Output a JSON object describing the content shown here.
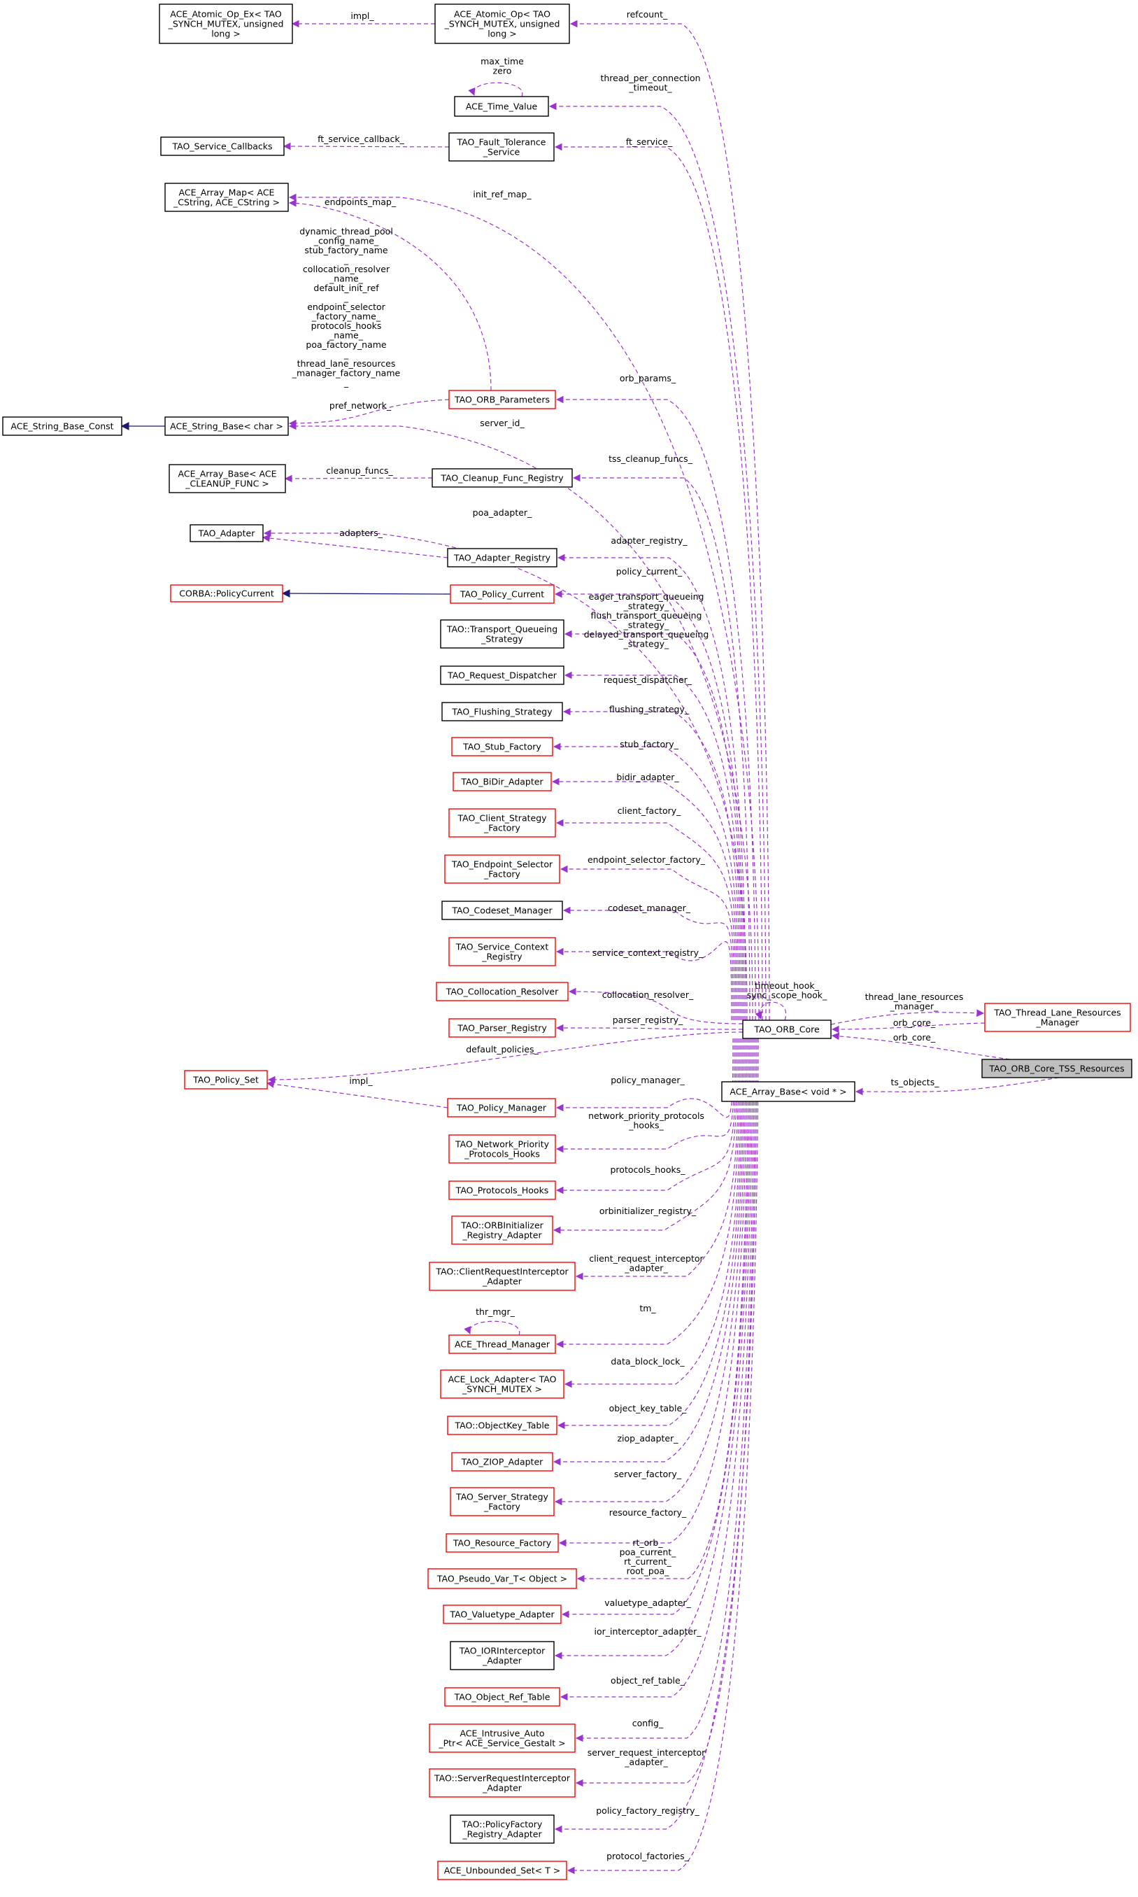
{
  "colors": {
    "black_border": "#000000",
    "red_border": "#ff0000",
    "selected_fill": "#bfbfbf",
    "usage_edge": "#9a32cd",
    "inheritance_edge": "#191970"
  },
  "nodes": {
    "atomic_op_ex": {
      "lines": [
        "ACE_Atomic_Op_Ex< TAO",
        "_SYNCH_MUTEX, unsigned",
        "long >"
      ],
      "border": "black"
    },
    "atomic_op": {
      "lines": [
        "ACE_Atomic_Op< TAO",
        "_SYNCH_MUTEX, unsigned",
        "long >"
      ],
      "border": "black"
    },
    "time_value": {
      "lines": [
        "ACE_Time_Value"
      ],
      "border": "black"
    },
    "service_callbacks": {
      "lines": [
        "TAO_Service_Callbacks"
      ],
      "border": "black"
    },
    "fault_tolerance": {
      "lines": [
        "TAO_Fault_Tolerance",
        "_Service"
      ],
      "border": "black"
    },
    "array_map": {
      "lines": [
        "ACE_Array_Map< ACE",
        "_CString, ACE_CString >"
      ],
      "border": "black"
    },
    "string_base_const": {
      "lines": [
        "ACE_String_Base_Const"
      ],
      "border": "black"
    },
    "string_base": {
      "lines": [
        "ACE_String_Base< char >"
      ],
      "border": "black"
    },
    "orb_parameters": {
      "lines": [
        "TAO_ORB_Parameters"
      ],
      "border": "red"
    },
    "array_base_cleanup": {
      "lines": [
        "ACE_Array_Base< ACE",
        "_CLEANUP_FUNC >"
      ],
      "border": "black"
    },
    "cleanup_func_registry": {
      "lines": [
        "TAO_Cleanup_Func_Registry"
      ],
      "border": "black"
    },
    "adapter": {
      "lines": [
        "TAO_Adapter"
      ],
      "border": "black"
    },
    "adapter_registry": {
      "lines": [
        "TAO_Adapter_Registry"
      ],
      "border": "black"
    },
    "corba_policy_current": {
      "lines": [
        "CORBA::PolicyCurrent"
      ],
      "border": "red"
    },
    "policy_current": {
      "lines": [
        "TAO_Policy_Current"
      ],
      "border": "red"
    },
    "transport_queueing": {
      "lines": [
        "TAO::Transport_Queueing",
        "_Strategy"
      ],
      "border": "black"
    },
    "request_dispatcher": {
      "lines": [
        "TAO_Request_Dispatcher"
      ],
      "border": "black"
    },
    "flushing_strategy": {
      "lines": [
        "TAO_Flushing_Strategy"
      ],
      "border": "black"
    },
    "stub_factory": {
      "lines": [
        "TAO_Stub_Factory"
      ],
      "border": "red"
    },
    "bidir_adapter": {
      "lines": [
        "TAO_BiDir_Adapter"
      ],
      "border": "red"
    },
    "client_strategy_factory": {
      "lines": [
        "TAO_Client_Strategy",
        "_Factory"
      ],
      "border": "red"
    },
    "endpoint_selector_factory": {
      "lines": [
        "TAO_Endpoint_Selector",
        "_Factory"
      ],
      "border": "red"
    },
    "codeset_manager": {
      "lines": [
        "TAO_Codeset_Manager"
      ],
      "border": "black"
    },
    "service_context_registry": {
      "lines": [
        "TAO_Service_Context",
        "_Registry"
      ],
      "border": "red"
    },
    "collocation_resolver": {
      "lines": [
        "TAO_Collocation_Resolver"
      ],
      "border": "red"
    },
    "parser_registry": {
      "lines": [
        "TAO_Parser_Registry"
      ],
      "border": "red"
    },
    "orb_core": {
      "lines": [
        "TAO_ORB_Core"
      ],
      "border": "black"
    },
    "thread_lane_resources_manager": {
      "lines": [
        "TAO_Thread_Lane_Resources",
        "_Manager"
      ],
      "border": "red"
    },
    "tss_resources": {
      "lines": [
        "TAO_ORB_Core_TSS_Resources"
      ],
      "border": "black"
    },
    "array_base_void": {
      "lines": [
        "ACE_Array_Base< void * >"
      ],
      "border": "black"
    },
    "policy_set": {
      "lines": [
        "TAO_Policy_Set"
      ],
      "border": "red"
    },
    "policy_manager": {
      "lines": [
        "TAO_Policy_Manager"
      ],
      "border": "red"
    },
    "network_priority_hooks": {
      "lines": [
        "TAO_Network_Priority",
        "_Protocols_Hooks"
      ],
      "border": "red"
    },
    "protocols_hooks": {
      "lines": [
        "TAO_Protocols_Hooks"
      ],
      "border": "red"
    },
    "orbinitializer_registry_adapter": {
      "lines": [
        "TAO::ORBInitializer",
        "_Registry_Adapter"
      ],
      "border": "red"
    },
    "client_request_interceptor_adapter": {
      "lines": [
        "TAO::ClientRequestInterceptor",
        "_Adapter"
      ],
      "border": "red"
    },
    "thread_manager": {
      "lines": [
        "ACE_Thread_Manager"
      ],
      "border": "red"
    },
    "lock_adapter": {
      "lines": [
        "ACE_Lock_Adapter< TAO",
        "_SYNCH_MUTEX >"
      ],
      "border": "red"
    },
    "objectkey_table": {
      "lines": [
        "TAO::ObjectKey_Table"
      ],
      "border": "red"
    },
    "ziop_adapter": {
      "lines": [
        "TAO_ZIOP_Adapter"
      ],
      "border": "red"
    },
    "server_strategy_factory": {
      "lines": [
        "TAO_Server_Strategy",
        "_Factory"
      ],
      "border": "red"
    },
    "resource_factory": {
      "lines": [
        "TAO_Resource_Factory"
      ],
      "border": "red"
    },
    "pseudo_var": {
      "lines": [
        "TAO_Pseudo_Var_T< Object >"
      ],
      "border": "red"
    },
    "valuetype_adapter": {
      "lines": [
        "TAO_Valuetype_Adapter"
      ],
      "border": "red"
    },
    "iorinterceptor_adapter": {
      "lines": [
        "TAO_IORInterceptor",
        "_Adapter"
      ],
      "border": "black"
    },
    "object_ref_table": {
      "lines": [
        "TAO_Object_Ref_Table"
      ],
      "border": "red"
    },
    "intrusive_auto_ptr": {
      "lines": [
        "ACE_Intrusive_Auto",
        "_Ptr< ACE_Service_Gestalt >"
      ],
      "border": "red"
    },
    "server_request_interceptor_adapter": {
      "lines": [
        "TAO::ServerRequestInterceptor",
        "_Adapter"
      ],
      "border": "red"
    },
    "policyfactory_registry_adapter": {
      "lines": [
        "TAO::PolicyFactory",
        "_Registry_Adapter"
      ],
      "border": "black"
    },
    "unbounded_set": {
      "lines": [
        "ACE_Unbounded_Set< T >"
      ],
      "border": "red"
    }
  },
  "edge_labels": {
    "impl_atomic": [
      "impl_"
    ],
    "refcount": [
      "refcount_"
    ],
    "max_time_zero": [
      "max_time",
      "zero"
    ],
    "thread_per_connection_timeout": [
      "thread_per_connection",
      "_timeout_"
    ],
    "ft_service_callback": [
      "ft_service_callback_"
    ],
    "ft_service": [
      "ft_service_"
    ],
    "init_ref_map": [
      "init_ref_map_"
    ],
    "endpoints_map": [
      "endpoints_map_"
    ],
    "orb_parameters_strings": [
      "dynamic_thread_pool",
      "_config_name_",
      "stub_factory_name",
      "_",
      "collocation_resolver",
      "_name_",
      "default_init_ref",
      "_",
      "endpoint_selector",
      "_factory_name_",
      "protocols_hooks",
      "_name_",
      "poa_factory_name",
      "_",
      "thread_lane_resources",
      "_manager_factory_name",
      "_"
    ],
    "pref_network": [
      "pref_network_"
    ],
    "orb_params": [
      "orb_params_"
    ],
    "server_id": [
      "server_id_"
    ],
    "cleanup_funcs": [
      "cleanup_funcs_"
    ],
    "tss_cleanup_funcs": [
      "tss_cleanup_funcs_"
    ],
    "poa_adapter": [
      "poa_adapter_"
    ],
    "adapters": [
      "adapters_"
    ],
    "adapter_registry": [
      "adapter_registry_"
    ],
    "policy_current": [
      "policy_current_"
    ],
    "transport_queueing": [
      "eager_transport_queueing",
      "_strategy_",
      "flush_transport_queueing",
      "_strategy_",
      "delayed_transport_queueing",
      "_strategy_"
    ],
    "request_dispatcher": [
      "request_dispatcher_"
    ],
    "flushing_strategy": [
      "flushing_strategy_"
    ],
    "stub_factory": [
      "stub_factory_"
    ],
    "bidir_adapter": [
      "bidir_adapter_"
    ],
    "client_factory": [
      "client_factory_"
    ],
    "endpoint_selector_factory": [
      "endpoint_selector_factory_"
    ],
    "codeset_manager": [
      "codeset_manager_"
    ],
    "service_context_registry": [
      "service_context_registry_"
    ],
    "collocation_resolver": [
      "collocation_resolver_"
    ],
    "parser_registry": [
      "parser_registry_"
    ],
    "self_hooks": [
      "timeout_hook_",
      "sync_scope_hook_"
    ],
    "thread_lane_resources_manager": [
      "thread_lane_resources",
      "_manager_"
    ],
    "orb_core_back": [
      "orb_core_"
    ],
    "orb_core_tss": [
      "orb_core_"
    ],
    "ts_objects": [
      "ts_objects_"
    ],
    "default_policies": [
      "default_policies_"
    ],
    "impl_policy": [
      "impl_"
    ],
    "policy_manager": [
      "policy_manager_"
    ],
    "network_priority_hooks": [
      "network_priority_protocols",
      "_hooks_"
    ],
    "protocols_hooks": [
      "protocols_hooks_"
    ],
    "orbinitializer_registry": [
      "orbinitializer_registry_"
    ],
    "client_request_interceptor": [
      "client_request_interceptor",
      "_adapter_"
    ],
    "thr_mgr": [
      "thr_mgr_"
    ],
    "tm": [
      "tm_"
    ],
    "data_block_lock": [
      "data_block_lock_"
    ],
    "object_key_table": [
      "object_key_table_"
    ],
    "ziop_adapter": [
      "ziop_adapter_"
    ],
    "server_factory": [
      "server_factory_"
    ],
    "resource_factory": [
      "resource_factory_"
    ],
    "pseudo_var": [
      "rt_orb_",
      "poa_current_",
      "rt_current_",
      "root_poa_"
    ],
    "valuetype_adapter": [
      "valuetype_adapter_"
    ],
    "ior_interceptor_adapter": [
      "ior_interceptor_adapter_"
    ],
    "object_ref_table": [
      "object_ref_table_"
    ],
    "config": [
      "config_"
    ],
    "server_request_interceptor": [
      "server_request_interceptor",
      "_adapter_"
    ],
    "policy_factory_registry": [
      "policy_factory_registry_"
    ],
    "protocol_factories": [
      "protocol_factories_"
    ]
  }
}
